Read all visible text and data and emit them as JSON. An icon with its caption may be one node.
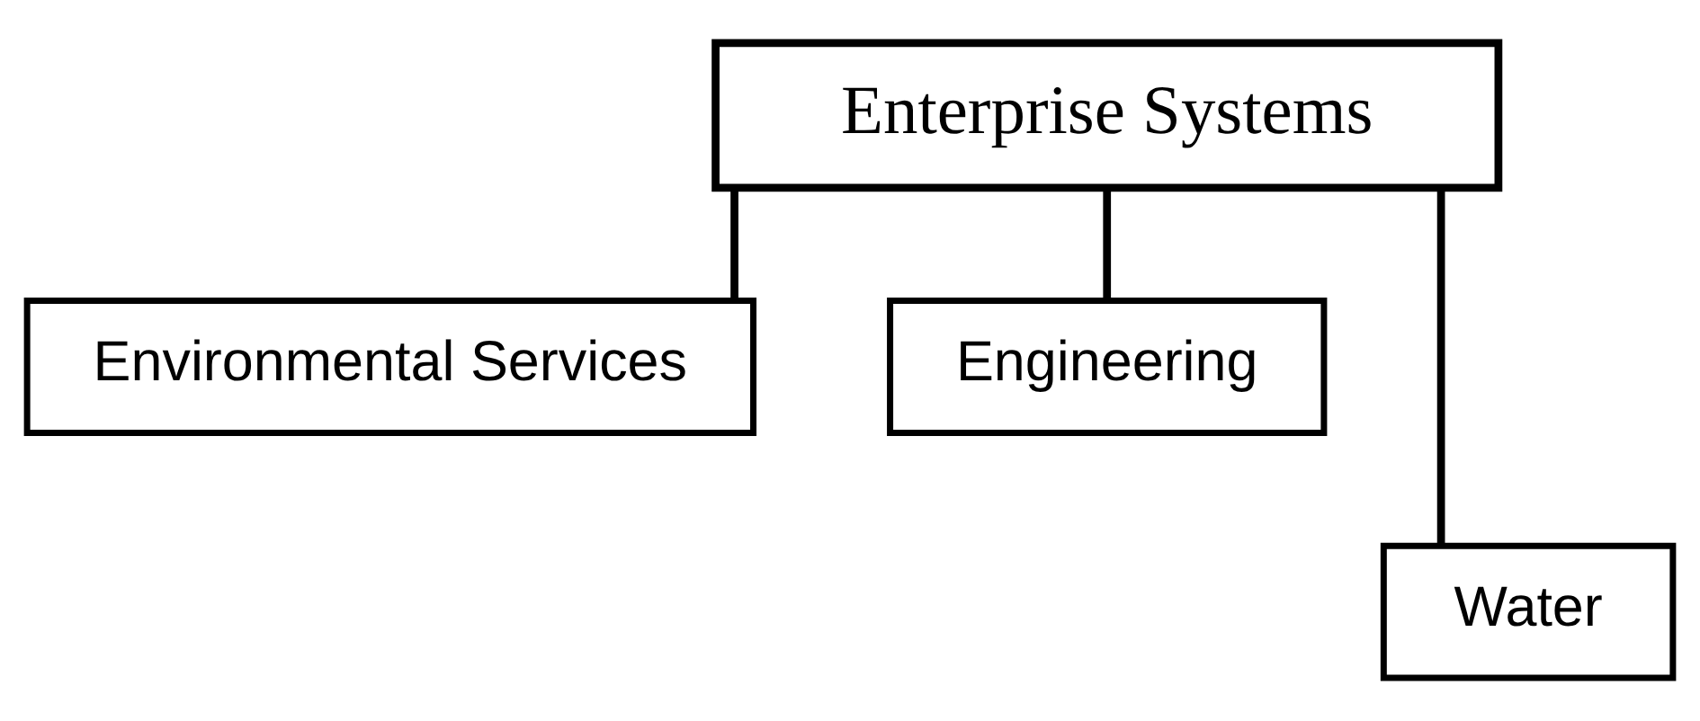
{
  "diagram": {
    "nodes": [
      {
        "text": [
          "Enterprise Systems"
        ]
      },
      {
        "text": [
          "Environmental Services"
        ]
      },
      {
        "text": [
          "Engineering"
        ]
      },
      {
        "text": [
          "Water"
        ]
      }
    ],
    "edges": [
      {
        "from": 0,
        "to": 1,
        "arrow": "none"
      },
      {
        "from": 0,
        "to": 2,
        "arrow": "none"
      },
      {
        "from": 0,
        "to": 3,
        "arrow": "none"
      }
    ]
  }
}
